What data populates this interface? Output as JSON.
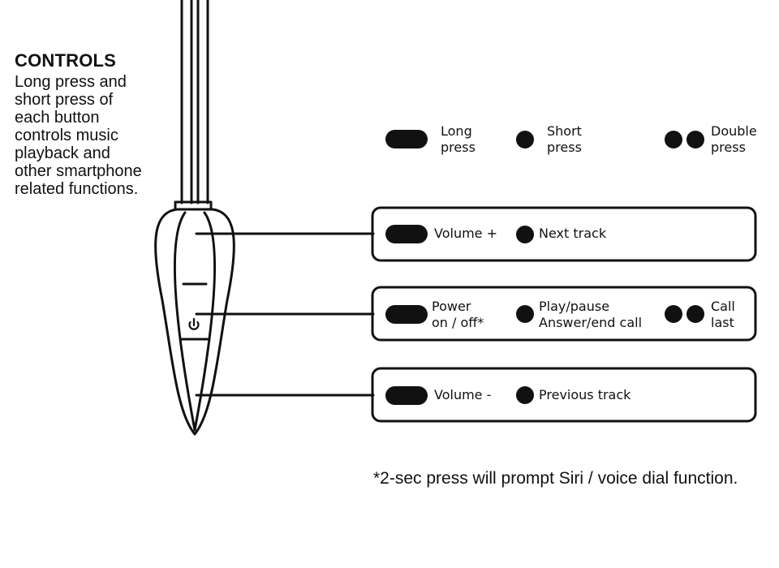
{
  "intro": {
    "title": "CONTROLS",
    "lines": [
      "Long press and",
      "short press of",
      "each button",
      "controls music",
      "playback and",
      "other smartphone",
      "related functions."
    ]
  },
  "legend": {
    "long": [
      "Long",
      "press"
    ],
    "short": [
      "Short",
      "press"
    ],
    "double": [
      "Double",
      "press"
    ]
  },
  "buttons": {
    "top": {
      "long_action": "Volume +",
      "short_action": "Next track"
    },
    "middle": {
      "long_action": [
        "Power",
        "on / off*"
      ],
      "short_action": [
        "Play/pause",
        "Answer/end call"
      ],
      "double_action": [
        "Call",
        "last"
      ]
    },
    "bottom": {
      "long_action": "Volume -",
      "short_action": "Previous track"
    }
  },
  "footnote": "*2-sec press will prompt Siri / voice dial function.",
  "colors": {
    "ink": "#111111",
    "background": "#ffffff"
  }
}
